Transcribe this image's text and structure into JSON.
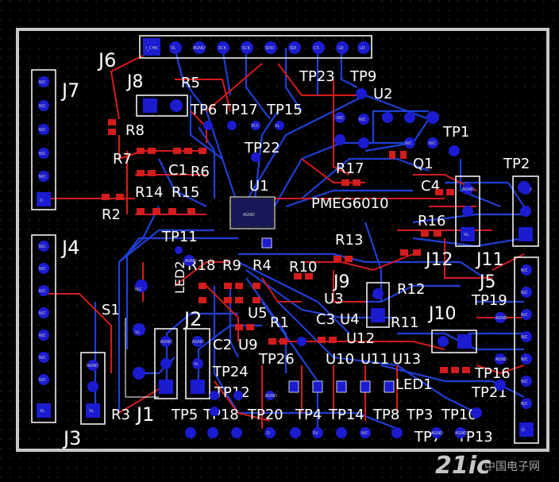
{
  "designators": {
    "J6": "J6",
    "J7": "J7",
    "J8": "J8",
    "R5": "R5",
    "TP23": "TP23",
    "TP9": "TP9",
    "U2": "U2",
    "TP6": "TP6",
    "TP17": "TP17",
    "TP15": "TP15",
    "TP1": "TP1",
    "R8": "R8",
    "R7": "R7",
    "TP22": "TP22",
    "C1": "C1",
    "R6": "R6",
    "R17": "R17",
    "Q1": "Q1",
    "TP2": "TP2",
    "U1": "U1",
    "C4": "C4",
    "R14": "R14",
    "R15": "R15",
    "PMEG": "PMEG6010",
    "R2": "R2",
    "R16": "R16",
    "J4": "J4",
    "TP11": "TP11",
    "R13": "R13",
    "J12": "J12",
    "J11": "J11",
    "R18": "R18",
    "R9": "R9",
    "R4": "R4",
    "R10": "R10",
    "J9": "J9",
    "LED2": "LED2",
    "R12": "R12",
    "J5": "J5",
    "S1": "S1",
    "U3": "U3",
    "TP19": "TP19",
    "J2": "J2",
    "U5": "U5",
    "R1": "R1",
    "C3": "C3",
    "U4": "U4",
    "J10": "J10",
    "R11": "R11",
    "C2": "C2",
    "U9": "U9",
    "U12": "U12",
    "TP26": "TP26",
    "U10": "U10",
    "U11": "U11",
    "U13": "U13",
    "TP16": "TP16",
    "TP24": "TP24",
    "LED1": "LED1",
    "TP21": "TP21",
    "TP12": "TP12",
    "J3": "J3",
    "R3": "R3",
    "J1": "J1",
    "TP5": "TP5",
    "TP18": "TP18",
    "TP20": "TP20",
    "TP4": "TP4",
    "TP14": "TP14",
    "TP8": "TP8",
    "TP3": "TP3",
    "TP10": "TP10",
    "TP7": "TP7",
    "TP13": "TP13"
  },
  "pads": {
    "n_c": "N/C",
    "agnd": "AGND",
    "vl": "VL",
    "vcc": "VCC",
    "i_chk": "I_CHK",
    "sdo": "SDO",
    "cs": "CS",
    "sck": "SCK",
    "sdi": "SDI",
    "ld": "LD",
    "d": "D",
    "sv": "5V"
  },
  "watermark": {
    "brand": "21ic",
    "suffix": "中国电子网"
  },
  "colors": {
    "board": "#000000",
    "outline": "#c8c8c8",
    "top_copper": "#d41c1c",
    "bottom_copper": "#1f3fd6",
    "silk": "#ffffff",
    "pad": "#1b1bd0"
  }
}
